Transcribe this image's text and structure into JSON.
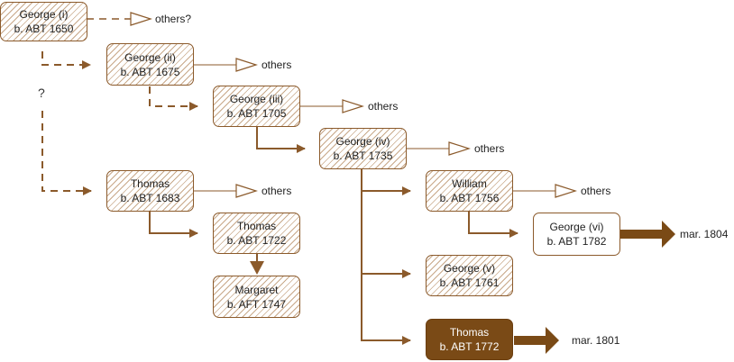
{
  "nodes": {
    "george_i": {
      "name": "George (i)",
      "date": "b. ABT 1650"
    },
    "george_ii": {
      "name": "George (ii)",
      "date": "b. ABT 1675"
    },
    "george_iii": {
      "name": "George (iii)",
      "date": "b. ABT 1705"
    },
    "george_iv": {
      "name": "George (iv)",
      "date": "b. ABT 1735"
    },
    "thomas_1683": {
      "name": "Thomas",
      "date": "b. ABT 1683"
    },
    "thomas_1722": {
      "name": "Thomas",
      "date": "b. ABT 1722"
    },
    "margaret": {
      "name": "Margaret",
      "date": "b. AFT 1747"
    },
    "william": {
      "name": "William",
      "date": "b. ABT 1756"
    },
    "george_vi": {
      "name": "George (vi)",
      "date": "b. ABT 1782"
    },
    "george_v": {
      "name": "George (v)",
      "date": "b. ABT 1761"
    },
    "thomas_1772": {
      "name": "Thomas",
      "date": "b. ABT 1772"
    }
  },
  "labels": {
    "others_q": "others?",
    "others": "others",
    "question": "?",
    "mar_1804": "mar. 1804",
    "mar_1801": "mar. 1801"
  },
  "colors": {
    "line": "#8b5a2b",
    "solid_fill": "#7a4a16",
    "hatch": "#c8a98a"
  }
}
